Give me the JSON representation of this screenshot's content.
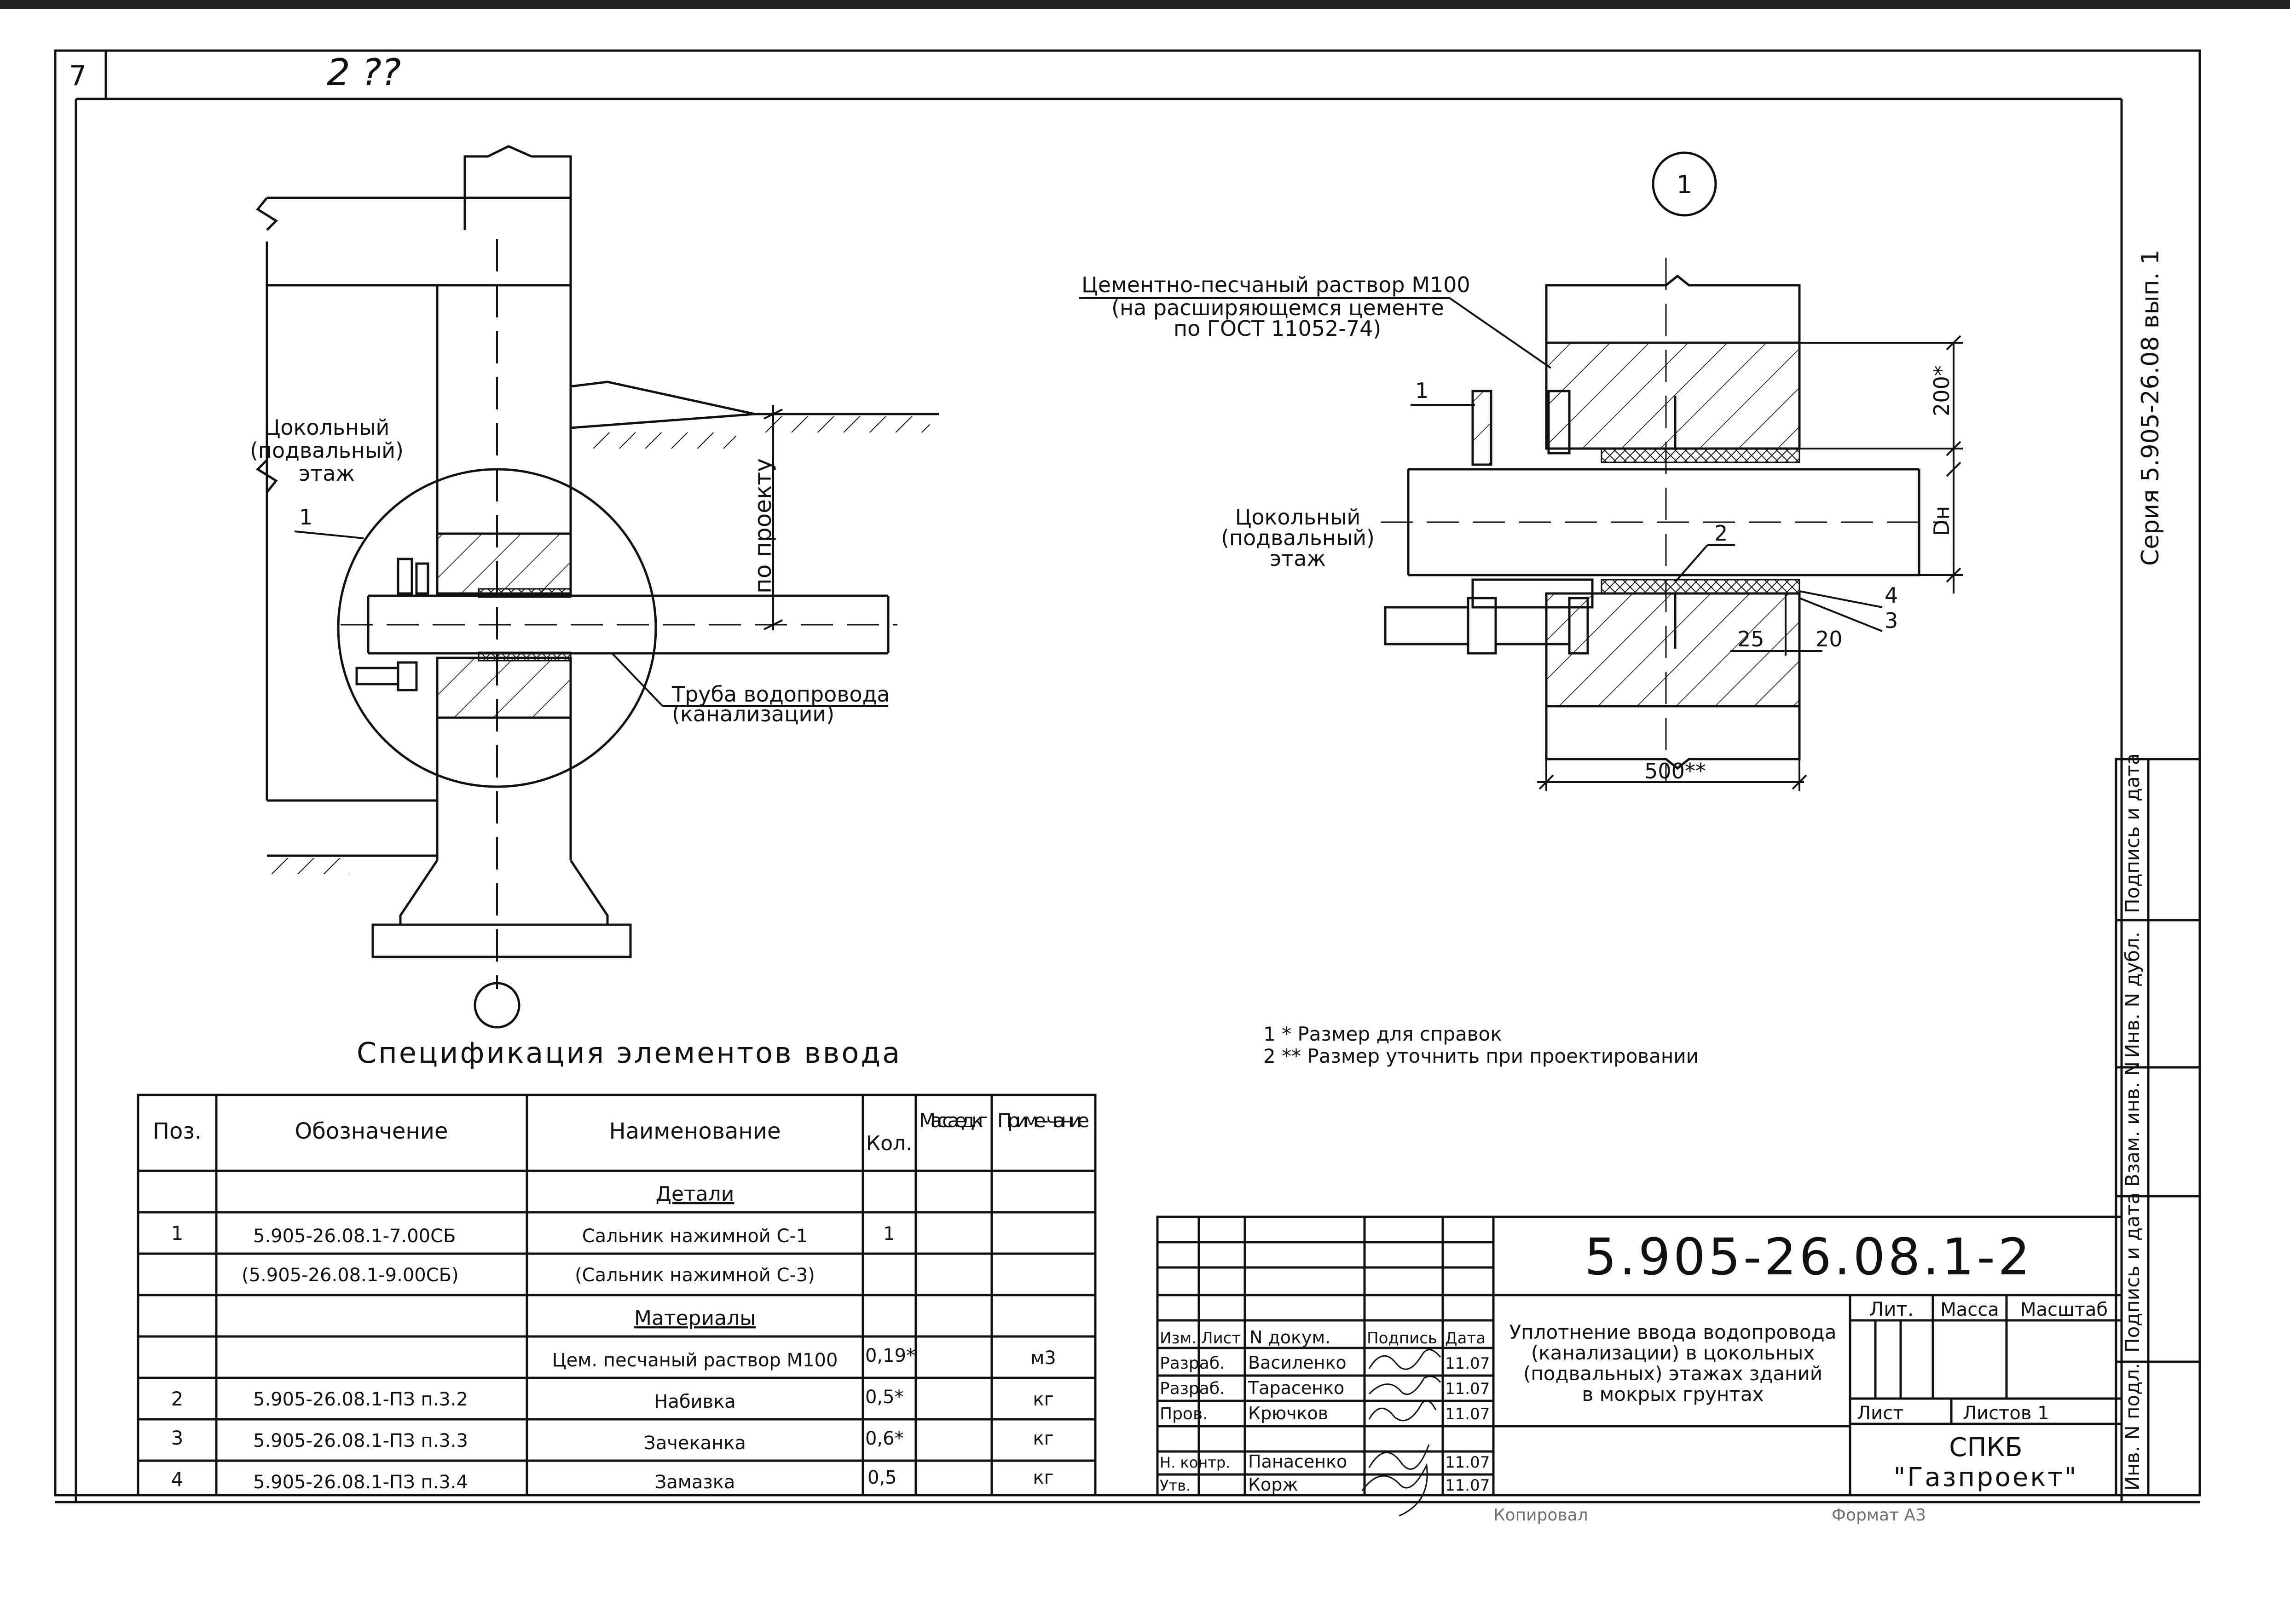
{
  "sheet": {
    "corner_number": "7",
    "handwritten_note": "2 ??",
    "series_label": "Серия 5.905-26.08 вып. 1",
    "copied_label": "Копировал",
    "format_label": "Формат A3"
  },
  "side_stamp": [
    "Инв. N подл.",
    "Подпись и дата",
    "Взам. инв. N",
    "Инв. N дубл.",
    "Подпись и дата"
  ],
  "left_drawing": {
    "floor_label": [
      "Цокольный",
      "(подвальный)",
      "этаж"
    ],
    "leader_1": "1",
    "dimension_label": "по проекту",
    "pipe_label": [
      "Труба водопровода",
      "(канализации)"
    ]
  },
  "detail": {
    "number": "1",
    "mortar_label": [
      "Цементно-песчаный раствор М100",
      "(на расширяющемся цементе",
      "по ГОСТ 11052-74)"
    ],
    "floor_label": [
      "Цокольный",
      "(подвальный)",
      "этаж"
    ],
    "pos": [
      "1",
      "2",
      "3",
      "4"
    ],
    "dims": {
      "d200": "200*",
      "dn": "Dн",
      "d25": "25",
      "d20": "20",
      "d500": "500**"
    }
  },
  "notes": [
    "1  * Размер для справок",
    "2  ** Размер уточнить при проектировании"
  ],
  "spec": {
    "title": "Спецификация элементов ввода",
    "headers": [
      "Поз.",
      "Обозначение",
      "Наименование",
      "Кол.",
      "Масса ед., кг",
      "Приме- чание"
    ],
    "section_details": "Детали",
    "section_materials": "Материалы",
    "rows": [
      {
        "pos": "1",
        "code": "5.905-26.08.1-7.00СБ",
        "name": "Сальник нажимной С-1",
        "qty": "1",
        "mass": "",
        "note": ""
      },
      {
        "pos": "",
        "code": "(5.905-26.08.1-9.00СБ)",
        "name": "(Сальник нажимной С-3)",
        "qty": "",
        "mass": "",
        "note": ""
      },
      {
        "pos": "",
        "code": "",
        "name": "Цем. песчаный раствор М100",
        "qty": "0,19*",
        "mass": "",
        "note": "м3"
      },
      {
        "pos": "2",
        "code": "5.905-26.08.1-ПЗ  п.3.2",
        "name": "Набивка",
        "qty": "0,5*",
        "mass": "",
        "note": "кг"
      },
      {
        "pos": "3",
        "code": "5.905-26.08.1-ПЗ  п.3.3",
        "name": "Зачеканка",
        "qty": "0,6*",
        "mass": "",
        "note": "кг"
      },
      {
        "pos": "4",
        "code": "5.905-26.08.1-ПЗ  п.3.4",
        "name": "Замазка",
        "qty": "0,5",
        "mass": "",
        "note": "кг"
      }
    ]
  },
  "title_block": {
    "doc_number": "5.905-26.08.1-2",
    "description": [
      "Уплотнение ввода водопровода",
      "(канализации) в цокольных",
      "(подвальных) этажах зданий",
      "в мокрых грунтах"
    ],
    "headers": {
      "izm": "Изм.",
      "list": "Лист",
      "ndoc": "N докум.",
      "sign": "Подпись",
      "date": "Дата"
    },
    "roles": [
      {
        "role": "Разраб.",
        "name": "Василенко",
        "date": "11.07"
      },
      {
        "role": "Разраб.",
        "name": "Тарасенко",
        "date": "11.07"
      },
      {
        "role": "Пров.",
        "name": "Крючков",
        "date": "11.07"
      },
      {
        "role": "Н. контр.",
        "name": "Панасенко",
        "date": "11.07"
      },
      {
        "role": "Утв.",
        "name": "Корж",
        "date": "11.07"
      }
    ],
    "lit": "Лит.",
    "massa": "Масса",
    "masshtab": "Масштаб",
    "sheet": "Лист",
    "sheets": "Листов  1",
    "org": [
      "СПКБ",
      "\"Газпроект\""
    ]
  }
}
